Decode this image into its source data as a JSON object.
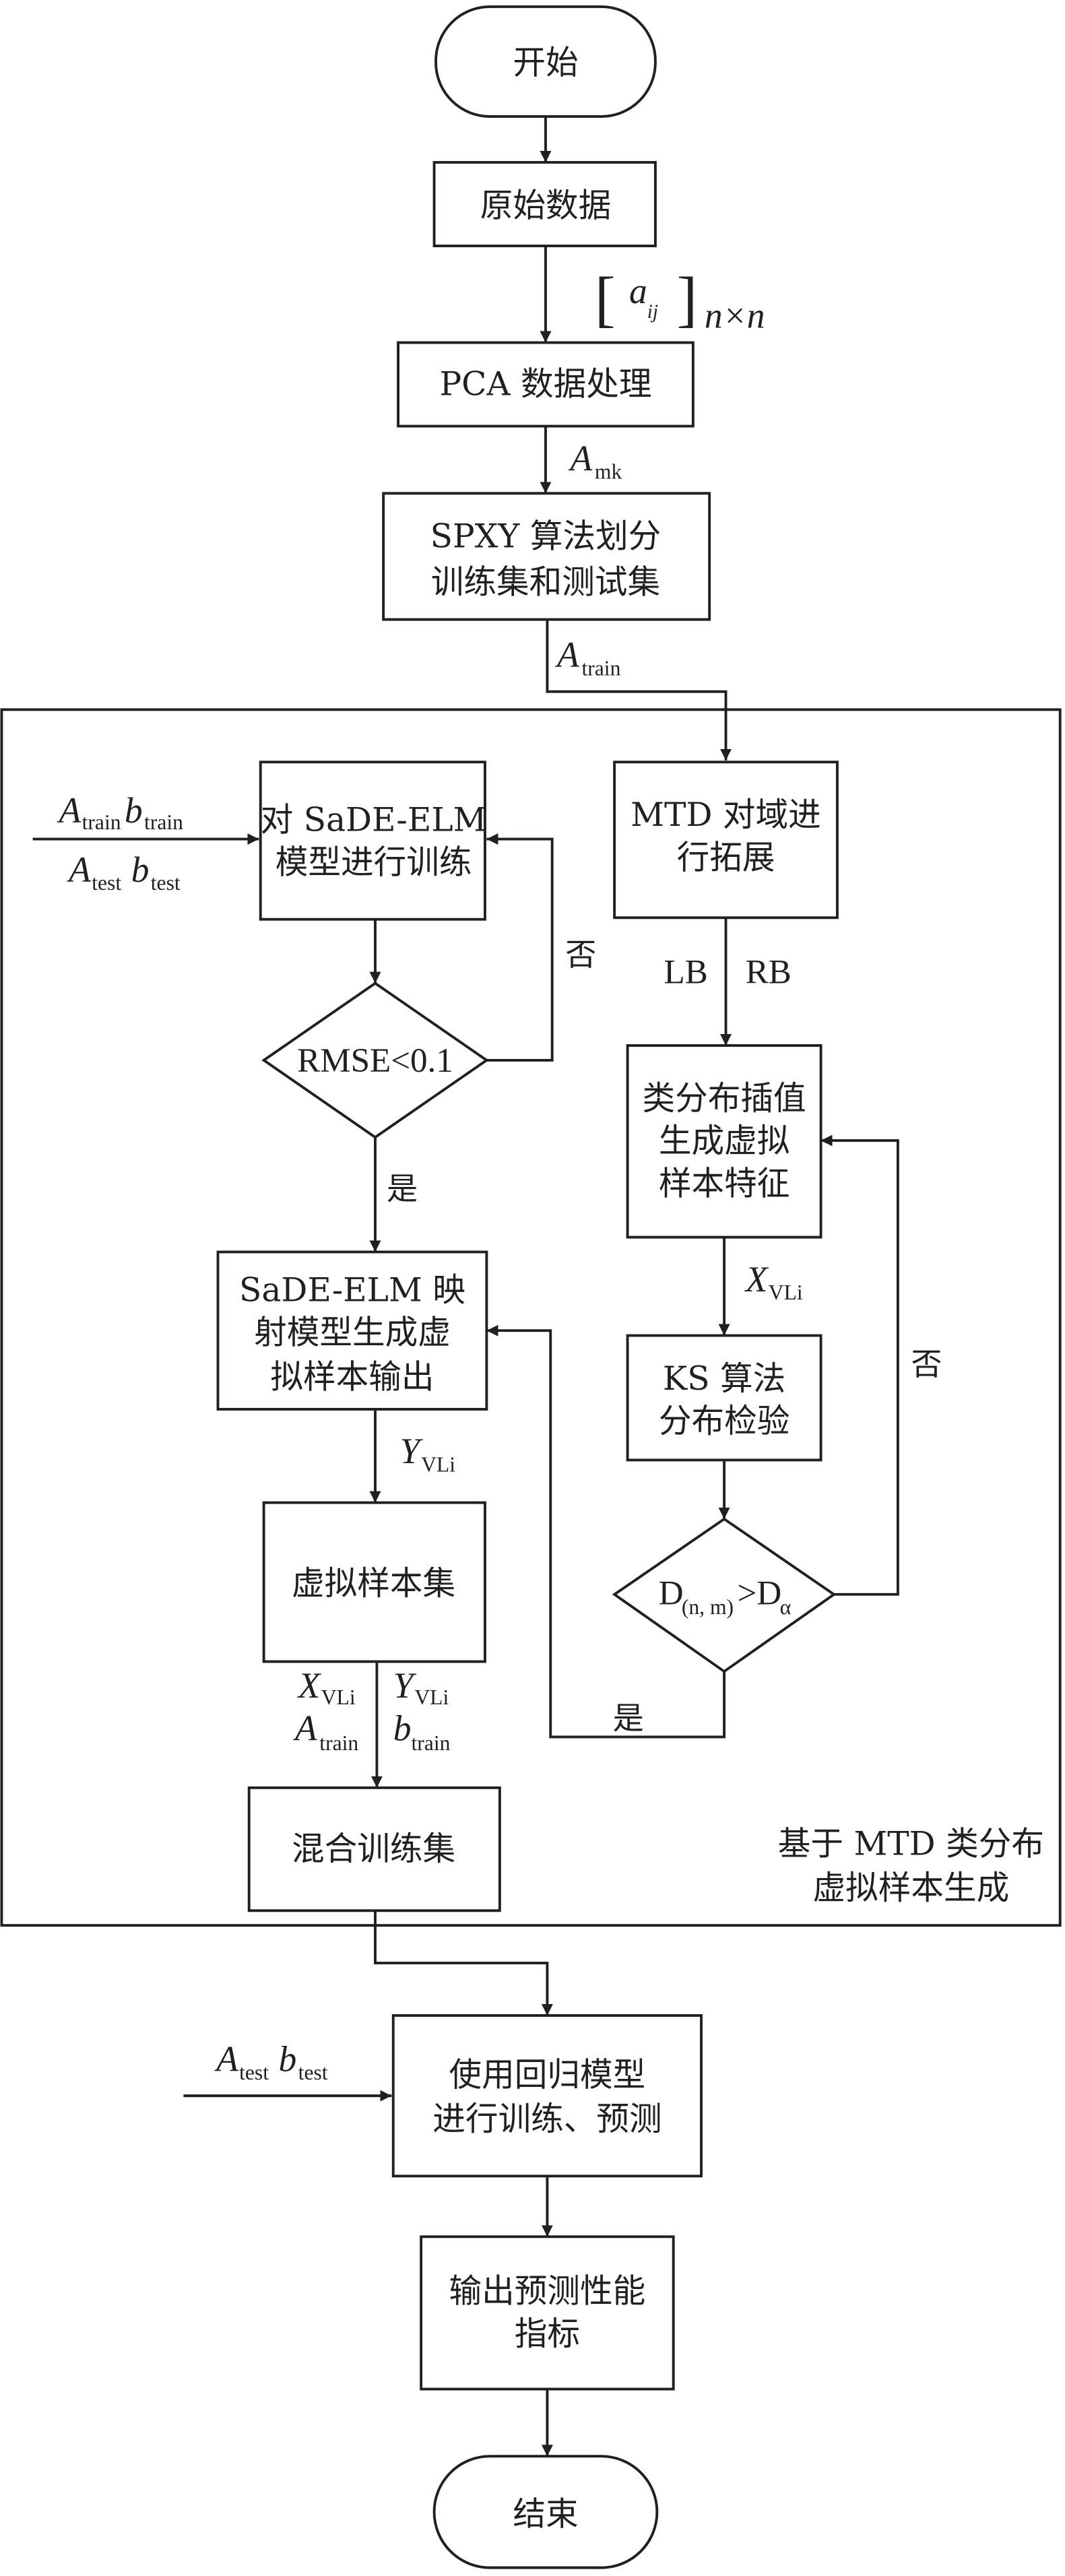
{
  "diagram": {
    "type": "flowchart",
    "nodes": {
      "start": "开始",
      "raw_data": "原始数据",
      "pca": "PCA 数据处理",
      "spxy": [
        "SPXY 算法划分",
        "训练集和测试集"
      ],
      "train_model": [
        "对 SaDE-ELM",
        "模型进行训练"
      ],
      "rmse_decision": "RMSE<0.1",
      "mtd_extend": [
        "MTD 对域进",
        "行拓展"
      ],
      "interpolate": [
        "类分布插值",
        "生成虚拟",
        "样本特征"
      ],
      "ks_test": [
        "KS 算法",
        "分布检验"
      ],
      "d_decision": {
        "main": "D",
        "sub1": "(n, m)",
        "op": ">D",
        "sub2": "α"
      },
      "map_output": [
        "SaDE-ELM 映",
        "射模型生成虚",
        "拟样本输出"
      ],
      "virtual_set": "虚拟样本集",
      "mixed_set": "混合训练集",
      "regression": [
        "使用回归模型",
        "进行训练、预测"
      ],
      "output_metrics": [
        "输出预测性能",
        "指标"
      ],
      "end": "结束"
    },
    "group_label": [
      "基于 MTD 类分布",
      "虚拟样本生成"
    ],
    "edge_labels": {
      "matrix": {
        "bracket_l": "[",
        "var": "a",
        "sub": "ij",
        "bracket_r": "]",
        "dim": "n×n"
      },
      "a_mk": {
        "var": "A",
        "sub": "mk"
      },
      "a_train": {
        "var": "A",
        "sub": "train"
      },
      "train_in_top": {
        "v1": "A",
        "s1": "train",
        "v2": "b",
        "s2": "train"
      },
      "train_in_bottom": {
        "v1": "A",
        "s1": "test",
        "v2": "b",
        "s2": "test"
      },
      "no_1": "否",
      "yes_1": "是",
      "lb": "LB",
      "rb": "RB",
      "x_vli": {
        "var": "X",
        "sub": "VLi"
      },
      "no_2": "否",
      "yes_2": "是",
      "y_vli": {
        "var": "Y",
        "sub": "VLi"
      },
      "mix_left": {
        "v1": "X",
        "s1": "VLi",
        "v2": "A",
        "s2": "train"
      },
      "mix_right": {
        "v1": "Y",
        "s1": "VLi",
        "v2": "b",
        "s2": "train"
      },
      "test_in": {
        "v1": "A",
        "s1": "test",
        "v2": "b",
        "s2": "test"
      }
    },
    "colors": {
      "stroke": "#231f20",
      "background": "#ffffff"
    }
  }
}
